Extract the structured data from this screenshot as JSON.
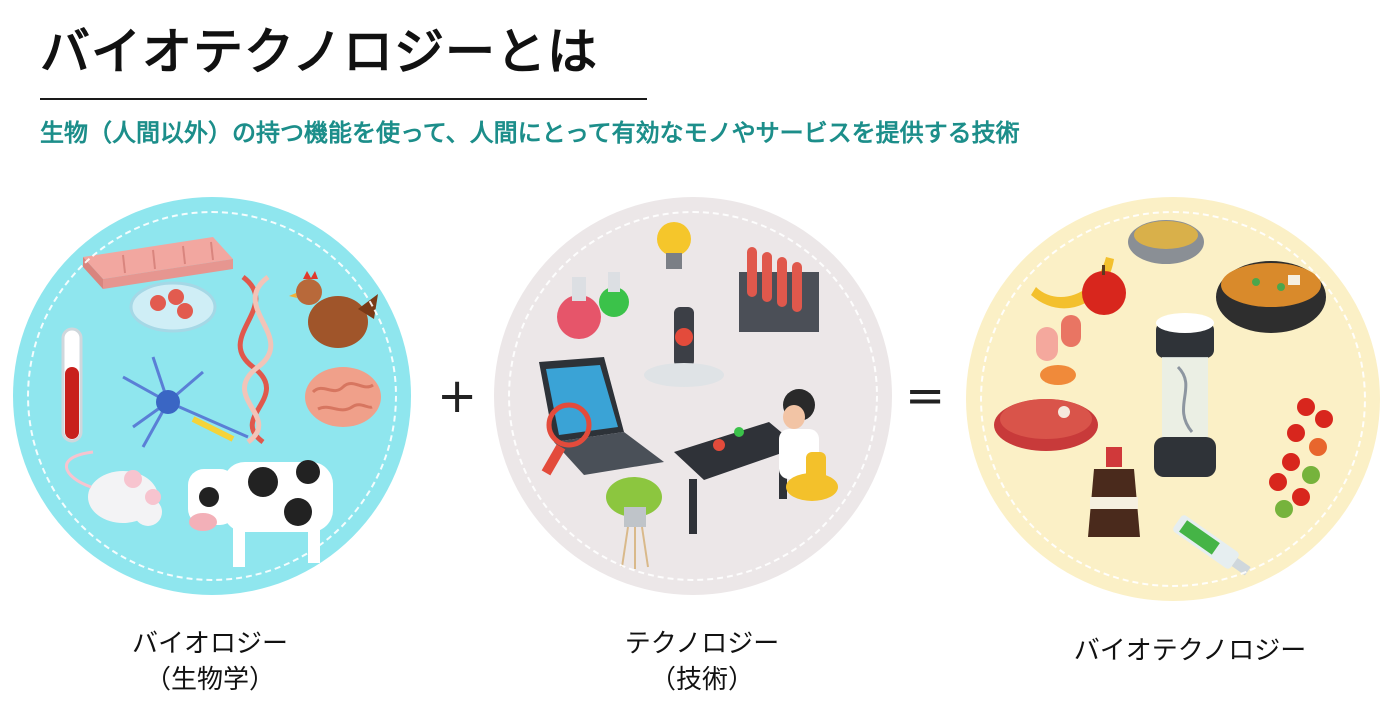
{
  "title": "バイオテクノロジーとは",
  "subtitle": "生物（人間以外）の持つ機能を使って、人間にとって有効なモノやサービスを提供する技術",
  "operators": {
    "plus": "+",
    "equals": "="
  },
  "panels": [
    {
      "line1": "バイオロジー",
      "line2": "（生物学）",
      "color": "#8fe6ee"
    },
    {
      "line1": "テクノロジー",
      "line2": "（技術）",
      "color": "#ece7e8"
    },
    {
      "line1": "バイオテクノロジー",
      "line2": "",
      "color": "#fbf0c6"
    }
  ]
}
